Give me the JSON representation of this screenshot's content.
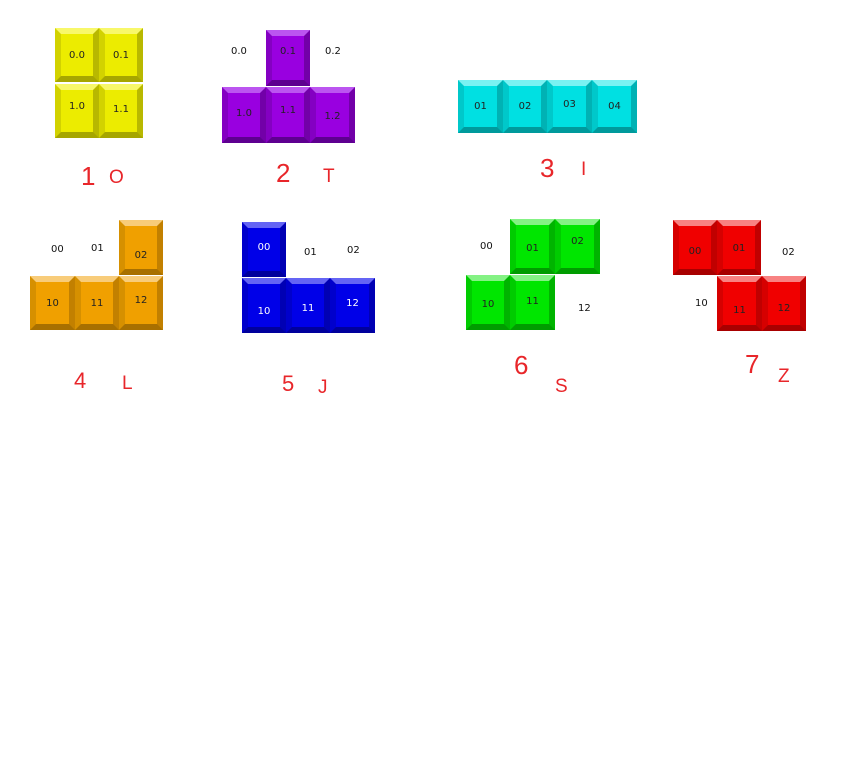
{
  "pieces": [
    {
      "number": "1",
      "letter": "O",
      "cells": [
        "0.0",
        "0.1",
        "1.0",
        "1.1"
      ],
      "empty": [],
      "color": "#ecec00"
    },
    {
      "number": "2",
      "letter": "T",
      "cells": [
        "0.1",
        "1.0",
        "1.1",
        "1.2"
      ],
      "empty": [
        "0.0",
        "0.2"
      ],
      "color": "#9900e0"
    },
    {
      "number": "3",
      "letter": "I",
      "cells": [
        "01",
        "02",
        "03",
        "04"
      ],
      "empty": [],
      "color": "#00e0e2"
    },
    {
      "number": "4",
      "letter": "L",
      "cells": [
        "02",
        "10",
        "11",
        "12"
      ],
      "empty": [
        "00",
        "01"
      ],
      "color": "#f0a000"
    },
    {
      "number": "5",
      "letter": "J",
      "cells": [
        "00",
        "10",
        "11",
        "12"
      ],
      "empty": [
        "01",
        "02"
      ],
      "color": "#0000e8"
    },
    {
      "number": "6",
      "letter": "S",
      "cells": [
        "01",
        "02",
        "10",
        "11"
      ],
      "empty": [
        "00",
        "12"
      ],
      "color": "#00e600"
    },
    {
      "number": "7",
      "letter": "Z",
      "cells": [
        "00",
        "01",
        "11",
        "12"
      ],
      "empty": [
        "02",
        "10"
      ],
      "color": "#f00000"
    }
  ],
  "label_color": "#e8262a"
}
